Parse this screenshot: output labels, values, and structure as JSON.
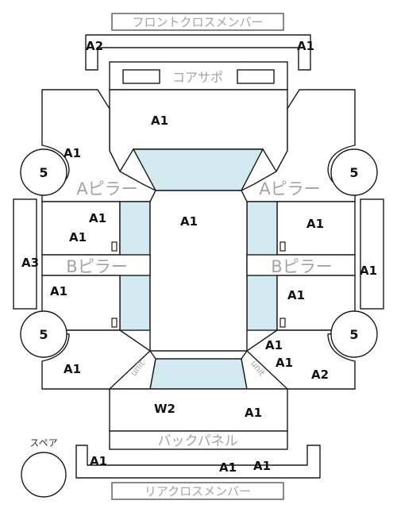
{
  "labels": {
    "front_cross_member": "フロントクロスメンバー",
    "core_support": "コアサポ",
    "a_pillar_left": "Aピラー",
    "a_pillar_right": "Aピラー",
    "b_pillar_left": "Bピラー",
    "b_pillar_right": "Bピラー",
    "back_panel": "バックパネル",
    "rear_cross_member": "リアクロスメンバー",
    "spare": "スペア",
    "unit_left": "unit",
    "unit_right": "unit"
  },
  "codes": {
    "front_cross_left": "A2",
    "front_cross_right": "A1",
    "hood": "A1",
    "front_fender_left": "A1",
    "front_door_left_a": "A1",
    "front_door_left_b": "A1",
    "roof": "A1",
    "front_door_right": "A1",
    "rocker_left": "A3",
    "rocker_right": "A1",
    "rear_door_left": "A1",
    "rear_door_right": "A1",
    "rear_quarter_left": "A1",
    "rear_quarter_right_a": "A1",
    "rear_quarter_right_b": "A1",
    "rear_quarter_right_c": "A2",
    "trunk": "W2",
    "trunk_right": "A1",
    "rear_cross_left": "A1",
    "rear_cross_mid": "A1",
    "rear_cross_right": "A1"
  },
  "wheels": {
    "front_left": "5",
    "front_right": "5",
    "rear_left": "5",
    "rear_right": "5"
  },
  "colors": {
    "glass": "#d2e9f0",
    "line": "#1a1a1a",
    "label_grey": "#a3a3a3"
  }
}
